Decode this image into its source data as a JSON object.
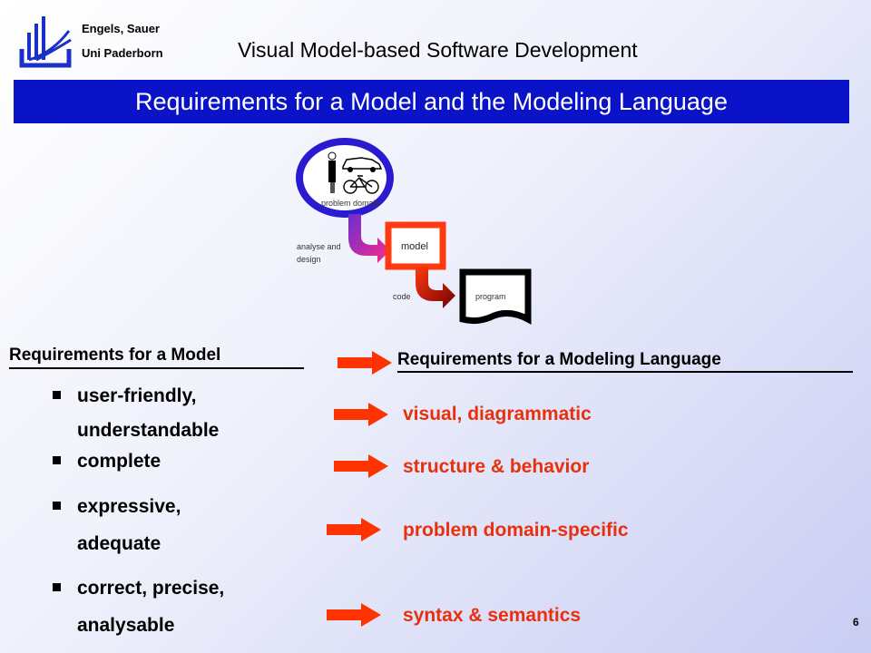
{
  "header": {
    "authors": [
      "Engels, Sauer",
      "Uni Paderborn"
    ],
    "course_title": "Visual Model-based Software Development",
    "slide_title": "Requirements for a Model and the Modeling Language"
  },
  "diagram": {
    "problem_domain_label": "problem domain",
    "analyse_label": [
      "analyse and",
      "design"
    ],
    "model_label": "model",
    "code_label": "code",
    "program_label": "program"
  },
  "left": {
    "heading": "Requirements for a Model",
    "items": [
      [
        "user-friendly,",
        " understandable"
      ],
      [
        "complete"
      ],
      [
        "expressive,",
        "adequate"
      ],
      [
        "correct, precise,",
        "analysable"
      ]
    ]
  },
  "right": {
    "heading": "Requirements for a Modeling Language",
    "items": [
      "visual, diagrammatic",
      "structure & behavior",
      "problem domain-specific",
      "syntax & semantics"
    ]
  },
  "colors": {
    "title_bar": "#0a13c8",
    "accent_red": "#e8300c",
    "arrow_red": "#ff3300"
  },
  "page_number": "6"
}
